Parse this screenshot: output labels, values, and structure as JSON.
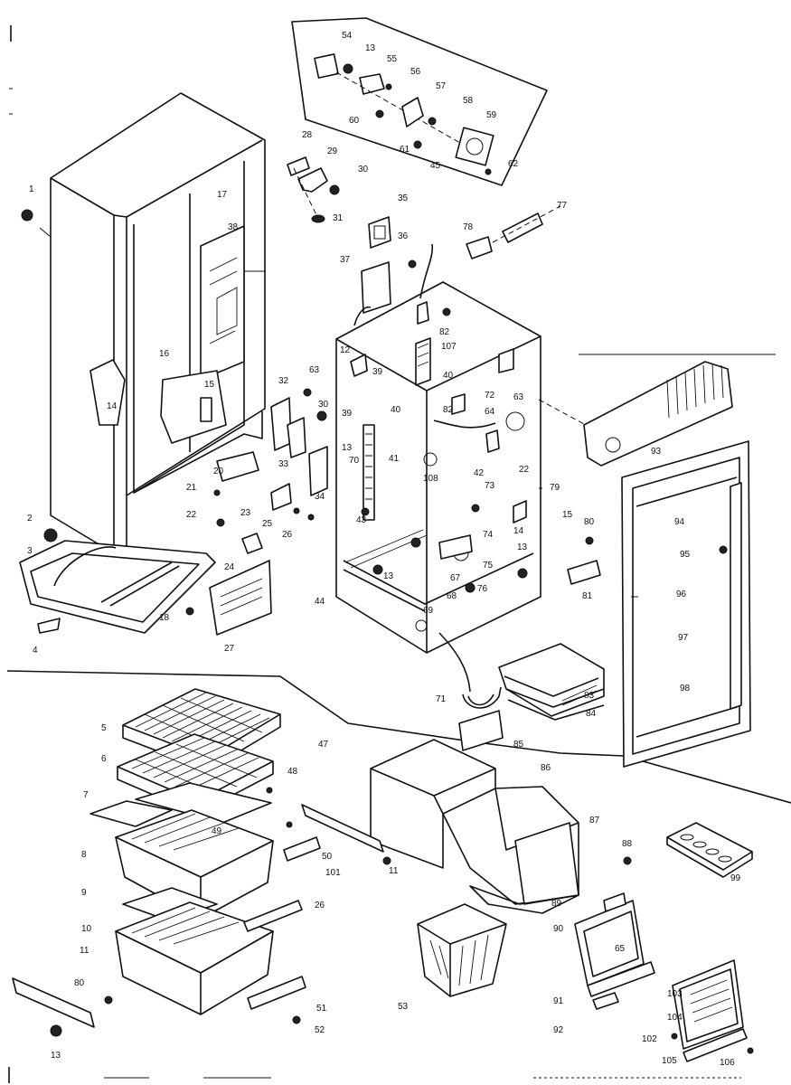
{
  "callouts": [
    {
      "id": "54",
      "t": "54"
    },
    {
      "id": "13a",
      "t": "13"
    },
    {
      "id": "55",
      "t": "55"
    },
    {
      "id": "56",
      "t": "56"
    },
    {
      "id": "57",
      "t": "57"
    },
    {
      "id": "58",
      "t": "58"
    },
    {
      "id": "59",
      "t": "59"
    },
    {
      "id": "60a",
      "t": "60"
    },
    {
      "id": "61",
      "t": "61"
    },
    {
      "id": "45",
      "t": "45"
    },
    {
      "id": "62",
      "t": "62"
    },
    {
      "id": "28",
      "t": "28"
    },
    {
      "id": "29",
      "t": "29"
    },
    {
      "id": "30a",
      "t": "30"
    },
    {
      "id": "31",
      "t": "31"
    },
    {
      "id": "17",
      "t": "17"
    },
    {
      "id": "1",
      "t": "1"
    },
    {
      "id": "38",
      "t": "38"
    },
    {
      "id": "35",
      "t": "35"
    },
    {
      "id": "36",
      "t": "36"
    },
    {
      "id": "37",
      "t": "37"
    },
    {
      "id": "78",
      "t": "78"
    },
    {
      "id": "77",
      "t": "77"
    },
    {
      "id": "82a",
      "t": "82"
    },
    {
      "id": "107",
      "t": "107"
    },
    {
      "id": "12",
      "t": "12"
    },
    {
      "id": "39a",
      "t": "39"
    },
    {
      "id": "40a",
      "t": "40"
    },
    {
      "id": "72",
      "t": "72"
    },
    {
      "id": "63a",
      "t": "63"
    },
    {
      "id": "64",
      "t": "64"
    },
    {
      "id": "93",
      "t": "93"
    },
    {
      "id": "16a",
      "t": "16"
    },
    {
      "id": "15a",
      "t": "15"
    },
    {
      "id": "14a",
      "t": "14"
    },
    {
      "id": "32",
      "t": "32"
    },
    {
      "id": "63b",
      "t": "63"
    },
    {
      "id": "30b",
      "t": "30"
    },
    {
      "id": "39b",
      "t": "39"
    },
    {
      "id": "40b",
      "t": "40"
    },
    {
      "id": "82b",
      "t": "82"
    },
    {
      "id": "41",
      "t": "41"
    },
    {
      "id": "70",
      "t": "70"
    },
    {
      "id": "108",
      "t": "108"
    },
    {
      "id": "42",
      "t": "42"
    },
    {
      "id": "22a",
      "t": "22"
    },
    {
      "id": "33",
      "t": "33"
    },
    {
      "id": "13b",
      "t": "13"
    },
    {
      "id": "20",
      "t": "20"
    },
    {
      "id": "21",
      "t": "21"
    },
    {
      "id": "34",
      "t": "34"
    },
    {
      "id": "23",
      "t": "23"
    },
    {
      "id": "25",
      "t": "25"
    },
    {
      "id": "26",
      "t": "26"
    },
    {
      "id": "43",
      "t": "43"
    },
    {
      "id": "73",
      "t": "73"
    },
    {
      "id": "79",
      "t": "79"
    },
    {
      "id": "14b",
      "t": "14"
    },
    {
      "id": "15b",
      "t": "15"
    },
    {
      "id": "80a",
      "t": "80"
    },
    {
      "id": "94",
      "t": "94"
    },
    {
      "id": "95",
      "t": "95"
    },
    {
      "id": "2",
      "t": "2"
    },
    {
      "id": "22b",
      "t": "22"
    },
    {
      "id": "3",
      "t": "3"
    },
    {
      "id": "24",
      "t": "24"
    },
    {
      "id": "74",
      "t": "74"
    },
    {
      "id": "13c",
      "t": "13"
    },
    {
      "id": "75",
      "t": "75"
    },
    {
      "id": "13d",
      "t": "13"
    },
    {
      "id": "67",
      "t": "67"
    },
    {
      "id": "76",
      "t": "76"
    },
    {
      "id": "68",
      "t": "68"
    },
    {
      "id": "69",
      "t": "69"
    },
    {
      "id": "44",
      "t": "44"
    },
    {
      "id": "81",
      "t": "81"
    },
    {
      "id": "96",
      "t": "96"
    },
    {
      "id": "97",
      "t": "97"
    },
    {
      "id": "18",
      "t": "18"
    },
    {
      "id": "4",
      "t": "4"
    },
    {
      "id": "27",
      "t": "27"
    },
    {
      "id": "71",
      "t": "71"
    },
    {
      "id": "83",
      "t": "83"
    },
    {
      "id": "84",
      "t": "84"
    },
    {
      "id": "98",
      "t": "98"
    },
    {
      "id": "5",
      "t": "5"
    },
    {
      "id": "47",
      "t": "47"
    },
    {
      "id": "85",
      "t": "85"
    },
    {
      "id": "6",
      "t": "6"
    },
    {
      "id": "48",
      "t": "48"
    },
    {
      "id": "86",
      "t": "86"
    },
    {
      "id": "7",
      "t": "7"
    },
    {
      "id": "87",
      "t": "87"
    },
    {
      "id": "49",
      "t": "49"
    },
    {
      "id": "88",
      "t": "88"
    },
    {
      "id": "8",
      "t": "8"
    },
    {
      "id": "50",
      "t": "50"
    },
    {
      "id": "101",
      "t": "101"
    },
    {
      "id": "11a",
      "t": "11"
    },
    {
      "id": "99",
      "t": "99"
    },
    {
      "id": "9",
      "t": "9"
    },
    {
      "id": "26b",
      "t": "26"
    },
    {
      "id": "89",
      "t": "89"
    },
    {
      "id": "10",
      "t": "10"
    },
    {
      "id": "90",
      "t": "90"
    },
    {
      "id": "65",
      "t": "65"
    },
    {
      "id": "53",
      "t": "53"
    },
    {
      "id": "11b",
      "t": "11"
    },
    {
      "id": "80b",
      "t": "80"
    },
    {
      "id": "51",
      "t": "51"
    },
    {
      "id": "91",
      "t": "91"
    },
    {
      "id": "103",
      "t": "103"
    },
    {
      "id": "52",
      "t": "52"
    },
    {
      "id": "104",
      "t": "104"
    },
    {
      "id": "92",
      "t": "92"
    },
    {
      "id": "13e",
      "t": "13"
    },
    {
      "id": "102",
      "t": "102"
    },
    {
      "id": "105",
      "t": "105"
    },
    {
      "id": "106",
      "t": "106"
    }
  ]
}
